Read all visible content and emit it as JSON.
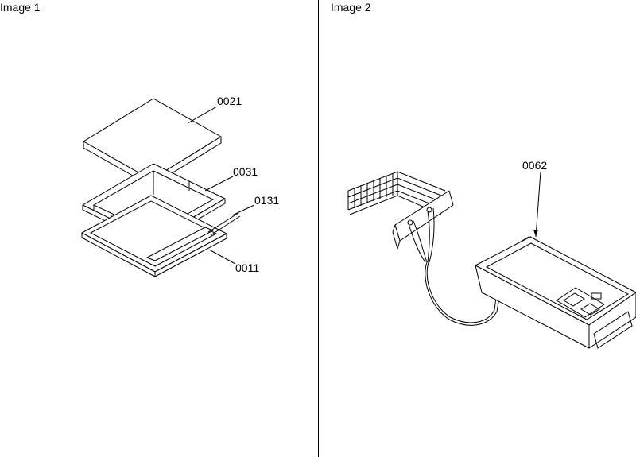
{
  "panels": [
    {
      "title": "Image 1"
    },
    {
      "title": "Image 2"
    }
  ],
  "callouts": {
    "p0021": "0021",
    "p0031": "0031",
    "p0131": "0131",
    "p0011": "0011",
    "p0062": "0062"
  }
}
